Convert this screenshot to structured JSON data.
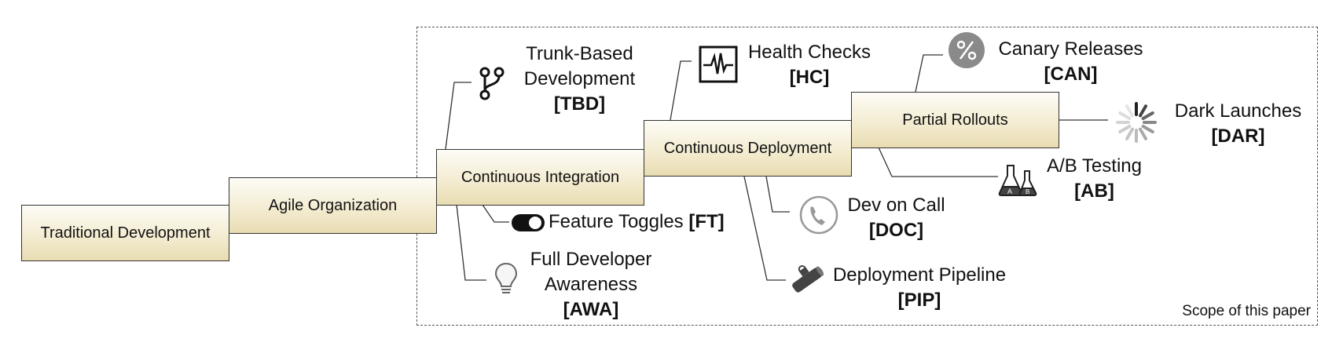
{
  "stages": {
    "traditional": "Traditional Development",
    "agile": "Agile Organization",
    "ci": "Continuous Integration",
    "cd": "Continuous Deployment",
    "partial": "Partial Rollouts"
  },
  "scope_label": "Scope of this paper",
  "practices": {
    "tbd": {
      "name_line1": "Trunk-Based",
      "name_line2": "Development",
      "code": "[TBD]",
      "icon": "git-branch-icon"
    },
    "ft": {
      "name": "Feature Toggles",
      "code": "[FT]",
      "icon": "toggle-icon"
    },
    "awa": {
      "name_line1": "Full Developer",
      "name_line2": "Awareness",
      "code": "[AWA]",
      "icon": "lightbulb-icon"
    },
    "hc": {
      "name": "Health Checks",
      "code": "[HC]",
      "icon": "heartbeat-monitor-icon"
    },
    "doc": {
      "name": "Dev on Call",
      "code": "[DOC]",
      "icon": "phone-icon"
    },
    "pip": {
      "name": "Deployment Pipeline",
      "code": "[PIP]",
      "icon": "pipe-icon"
    },
    "can": {
      "name": "Canary Releases",
      "code": "[CAN]",
      "icon": "percent-icon"
    },
    "dar": {
      "name": "Dark Launches",
      "code": "[DAR]",
      "icon": "spinner-icon"
    },
    "ab": {
      "name": "A/B Testing",
      "code": "[AB]",
      "icon": "flask-icon"
    }
  },
  "colors": {
    "stage_fill_top": "#fdfcf6",
    "stage_fill_bottom": "#e8dcb2",
    "stage_border": "#333333",
    "connector": "#333333",
    "scope_border": "#555555"
  }
}
